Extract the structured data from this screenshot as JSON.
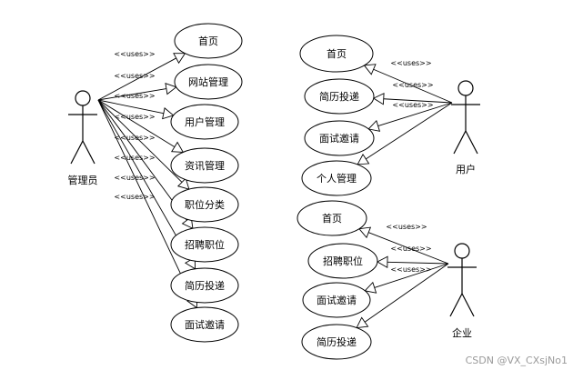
{
  "diagram": {
    "uses_label": "<<uses>>",
    "actors": [
      {
        "id": "admin",
        "label": "管理员"
      },
      {
        "id": "user",
        "label": "用户"
      },
      {
        "id": "company",
        "label": "企业"
      }
    ],
    "use_cases": [
      {
        "id": "a1",
        "label": "首页"
      },
      {
        "id": "a2",
        "label": "网站管理"
      },
      {
        "id": "a3",
        "label": "用户管理"
      },
      {
        "id": "a4",
        "label": "资讯管理"
      },
      {
        "id": "a5",
        "label": "职位分类"
      },
      {
        "id": "a6",
        "label": "招聘职位"
      },
      {
        "id": "a7",
        "label": "简历投递"
      },
      {
        "id": "a8",
        "label": "面试邀请"
      },
      {
        "id": "u1",
        "label": "首页"
      },
      {
        "id": "u2",
        "label": "简历投递"
      },
      {
        "id": "u3",
        "label": "面试邀请"
      },
      {
        "id": "u4",
        "label": "个人管理"
      },
      {
        "id": "c1",
        "label": "首页"
      },
      {
        "id": "c2",
        "label": "招聘职位"
      },
      {
        "id": "c3",
        "label": "面试邀请"
      },
      {
        "id": "c4",
        "label": "简历投递"
      }
    ],
    "associations": [
      {
        "from": "admin",
        "to": "a1",
        "uses": true
      },
      {
        "from": "admin",
        "to": "a2",
        "uses": true
      },
      {
        "from": "admin",
        "to": "a3",
        "uses": true
      },
      {
        "from": "admin",
        "to": "a4",
        "uses": true
      },
      {
        "from": "admin",
        "to": "a5",
        "uses": true
      },
      {
        "from": "admin",
        "to": "a6",
        "uses": true
      },
      {
        "from": "admin",
        "to": "a7",
        "uses": true
      },
      {
        "from": "admin",
        "to": "a8",
        "uses": true
      },
      {
        "from": "user",
        "to": "u1",
        "uses": true
      },
      {
        "from": "user",
        "to": "u2",
        "uses": true
      },
      {
        "from": "user",
        "to": "u3",
        "uses": true
      },
      {
        "from": "user",
        "to": "u4",
        "uses": false
      },
      {
        "from": "company",
        "to": "c1",
        "uses": true
      },
      {
        "from": "company",
        "to": "c2",
        "uses": true
      },
      {
        "from": "company",
        "to": "c3",
        "uses": true
      },
      {
        "from": "company",
        "to": "c4",
        "uses": false
      }
    ]
  },
  "watermark": "CSDN @VX_CXsjNo1"
}
